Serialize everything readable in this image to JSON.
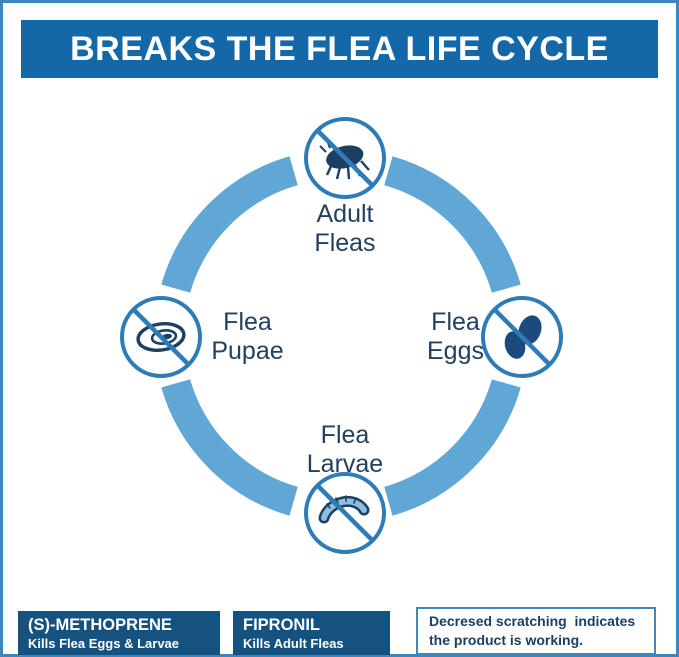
{
  "header": {
    "title": "BREAKS THE FLEA LIFE CYCLE"
  },
  "diagram": {
    "name": "flea-life-cycle",
    "nodes": [
      {
        "position": "top",
        "icon": "flea-adult-prohibited-icon",
        "label": "Adult\nFleas"
      },
      {
        "position": "right",
        "icon": "flea-eggs-prohibited-icon",
        "label": "Flea\nEggs"
      },
      {
        "position": "bottom",
        "icon": "flea-larva-prohibited-icon",
        "label": "Flea\nLarvae"
      },
      {
        "position": "left",
        "icon": "flea-pupa-prohibited-icon",
        "label": "Flea\nPupae"
      }
    ]
  },
  "footer": {
    "methoprene": {
      "title": "(S)-METHOPRENE",
      "subtitle": "Kills Flea Eggs & Larvae"
    },
    "fipronil": {
      "title": "FIPRONIL",
      "subtitle": "Kills Adult Fleas"
    },
    "note": {
      "text": "Decresed scratching  indicates\nthe product is working."
    }
  },
  "colors": {
    "frame": "#3c86bf",
    "header_bg": "#1568a7",
    "box_bg": "#15527f",
    "arc": "#61a7d6",
    "ring": "#2d7cb7",
    "glyph": "#1c3f63",
    "egg": "#1d4a7e",
    "label_text": "#23405f",
    "note_border": "#3d87bd",
    "note_text": "#1c3f63"
  }
}
